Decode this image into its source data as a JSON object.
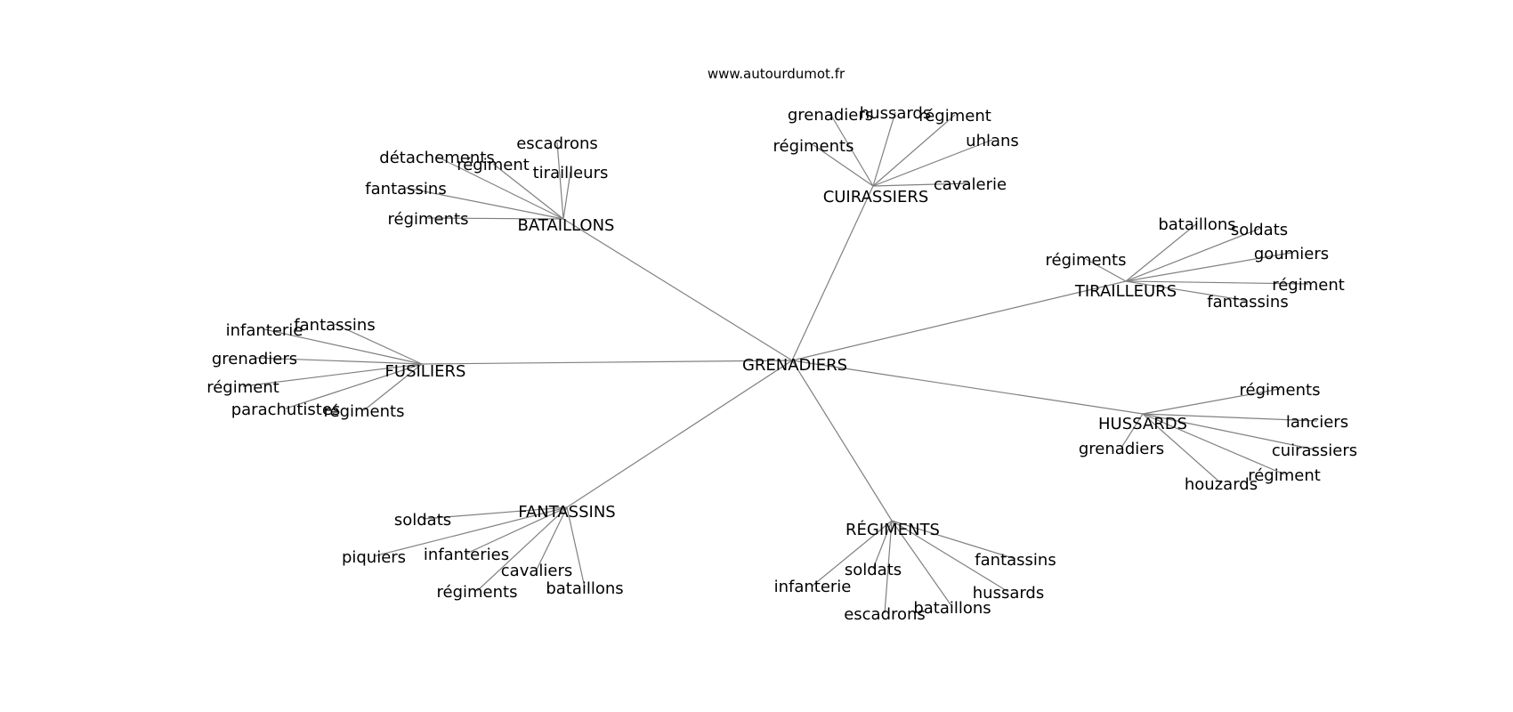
{
  "source": "www.autourdumot.fr",
  "graph": {
    "center": "GRENADIERS",
    "clusters": [
      {
        "id": "bataillons",
        "label": "BATAILLONS",
        "leaves": [
          "escadrons",
          "détachements",
          "régiment",
          "tirailleurs",
          "fantassins",
          "régiments"
        ]
      },
      {
        "id": "cuirassiers",
        "label": "CUIRASSIERS",
        "leaves": [
          "grenadiers",
          "hussards",
          "régiment",
          "uhlans",
          "régiments",
          "cavalerie"
        ]
      },
      {
        "id": "tirailleurs",
        "label": "TIRAILLEURS",
        "leaves": [
          "bataillons",
          "soldats",
          "régiments",
          "goumiers",
          "régiment",
          "fantassins"
        ]
      },
      {
        "id": "fusiliers",
        "label": "FUSILIERS",
        "leaves": [
          "infanterie",
          "fantassins",
          "grenadiers",
          "régiment",
          "parachutistes",
          "régiments"
        ]
      },
      {
        "id": "hussards",
        "label": "HUSSARDS",
        "leaves": [
          "régiments",
          "lanciers",
          "grenadiers",
          "cuirassiers",
          "régiment",
          "houzards"
        ]
      },
      {
        "id": "fantassins",
        "label": "FANTASSINS",
        "leaves": [
          "soldats",
          "piquiers",
          "infanteries",
          "cavaliers",
          "régiments",
          "bataillons"
        ]
      },
      {
        "id": "regiments",
        "label": "RÉGIMENTS",
        "leaves": [
          "fantassins",
          "soldats",
          "infanterie",
          "hussards",
          "bataillons",
          "escadrons"
        ]
      }
    ]
  }
}
